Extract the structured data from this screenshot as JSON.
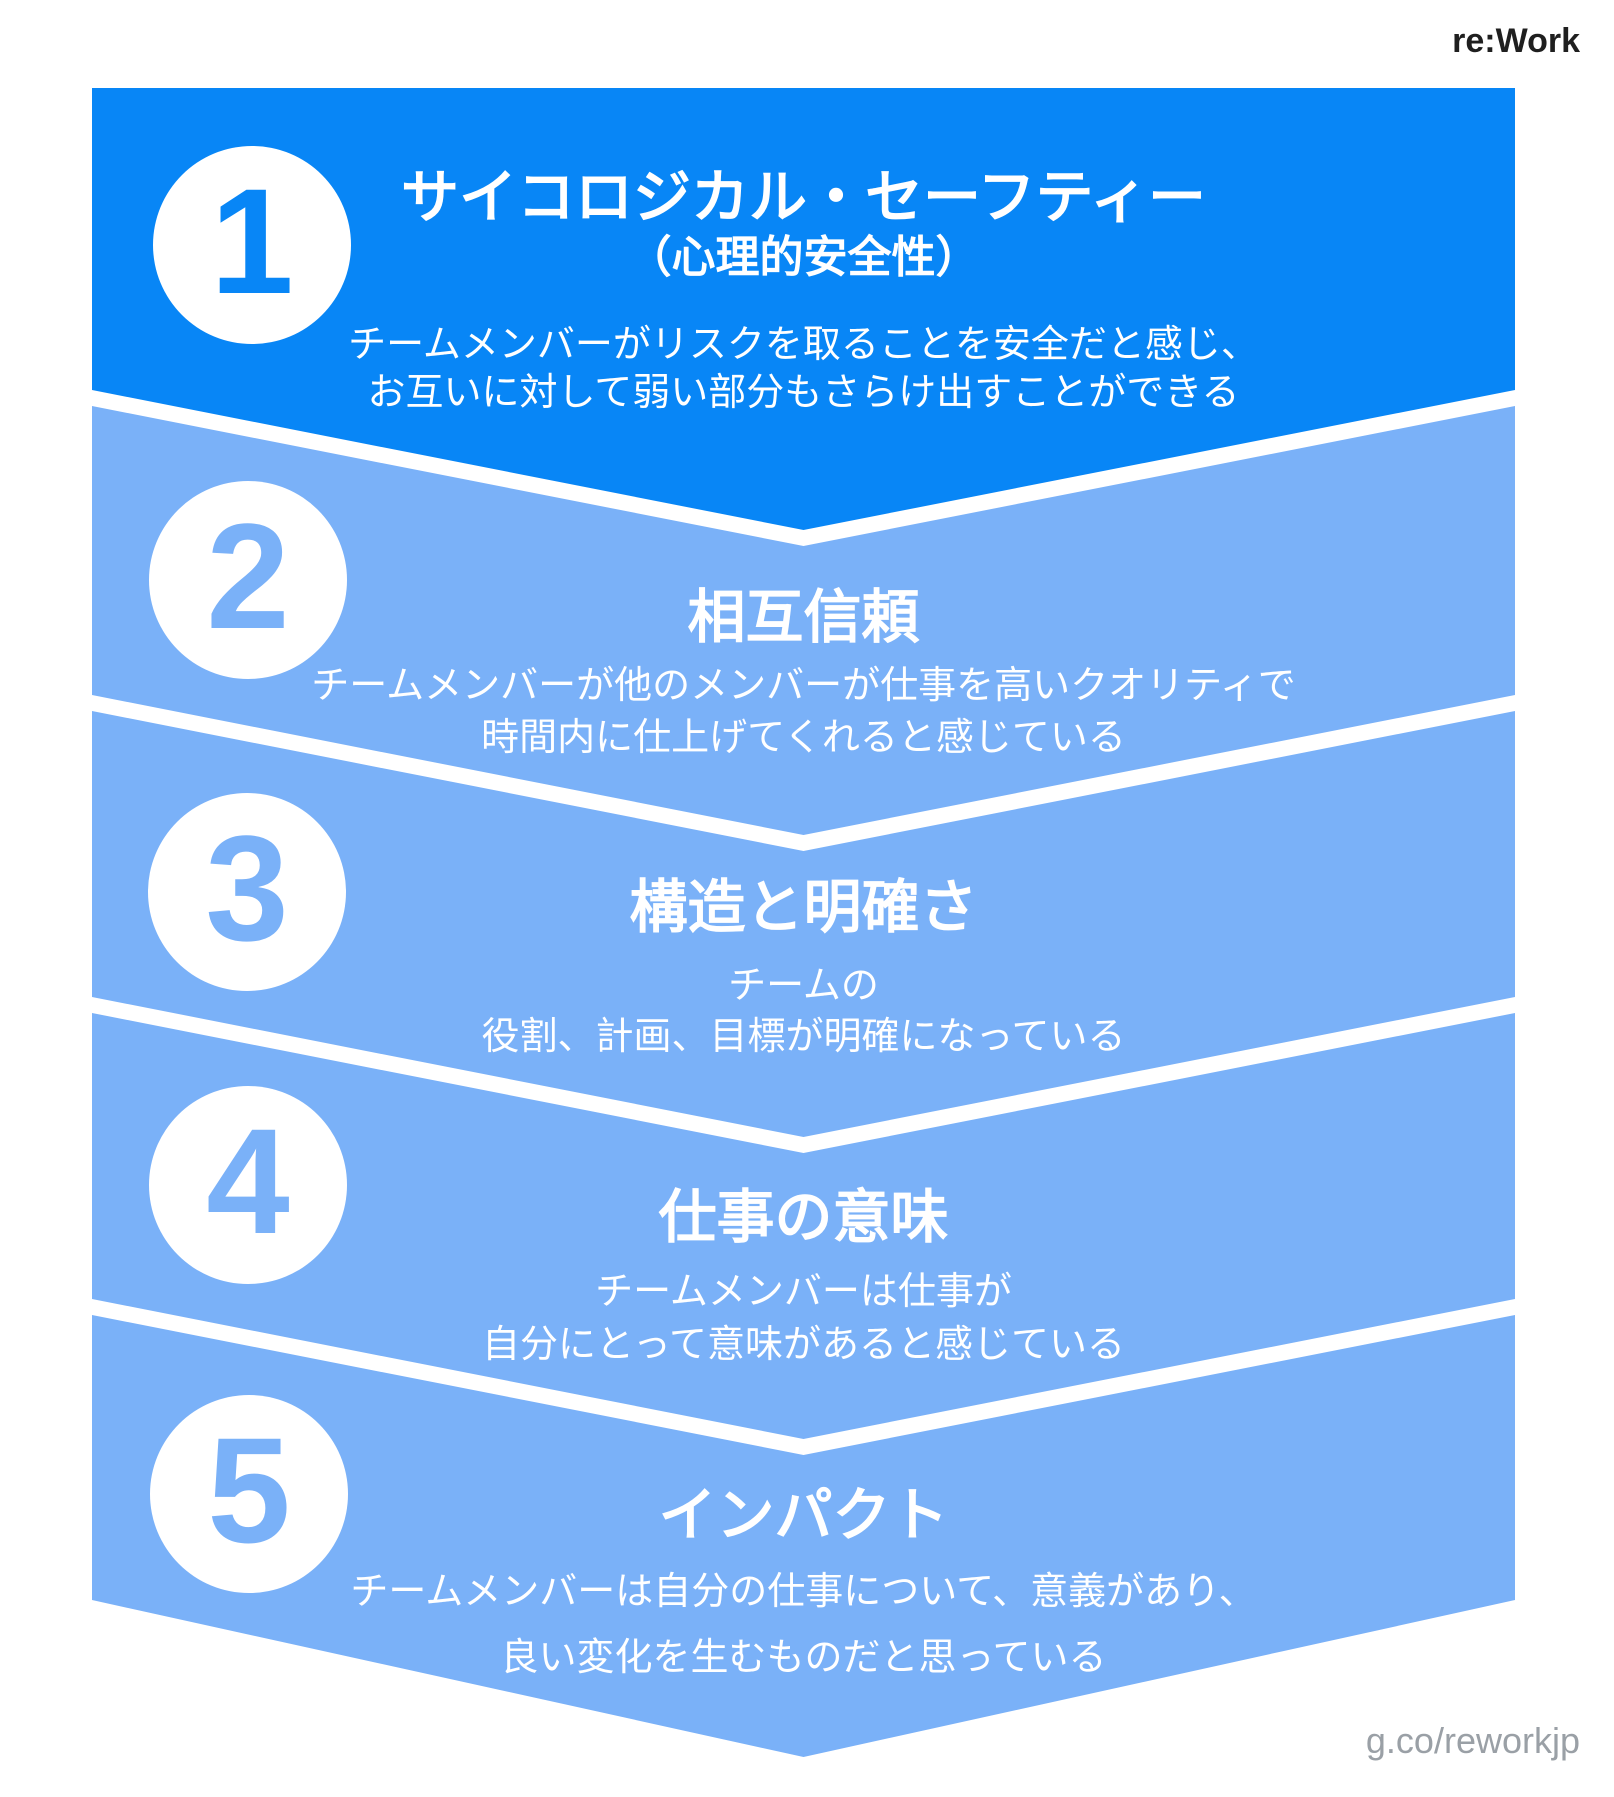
{
  "brand": {
    "logo": "re:Work",
    "footer_link": "g.co/reworkjp"
  },
  "colors": {
    "primary_blue": "#0886F6",
    "light_blue": "#7AB1F8",
    "circle_fill": "#FFFFFF",
    "band_text": "#FFFFFF",
    "logo_text": "#1F1F1F",
    "footer_text": "#9AA0A6"
  },
  "steps": [
    {
      "number": "1",
      "title": "サイコロジカル・セーフティー",
      "subtitle": "（心理的安全性）",
      "description_lines": [
        "チームメンバーがリスクを取ることを安全だと感じ、",
        "お互いに対して弱い部分もさらけ出すことができる"
      ],
      "highlighted": true
    },
    {
      "number": "2",
      "title": "相互信頼",
      "description_lines": [
        "チームメンバーが他のメンバーが仕事を高いクオリティで",
        "時間内に仕上げてくれると感じている"
      ],
      "highlighted": false
    },
    {
      "number": "3",
      "title": "構造と明確さ",
      "description_lines": [
        "チームの",
        "役割、計画、目標が明確になっている"
      ],
      "highlighted": false
    },
    {
      "number": "4",
      "title": "仕事の意味",
      "description_lines": [
        "チームメンバーは仕事が",
        "自分にとって意味があると感じている"
      ],
      "highlighted": false
    },
    {
      "number": "5",
      "title": "インパクト",
      "description_lines": [
        "チームメンバーは自分の仕事について、意義があり、",
        "良い変化を生むものだと思っている"
      ],
      "highlighted": false
    }
  ]
}
